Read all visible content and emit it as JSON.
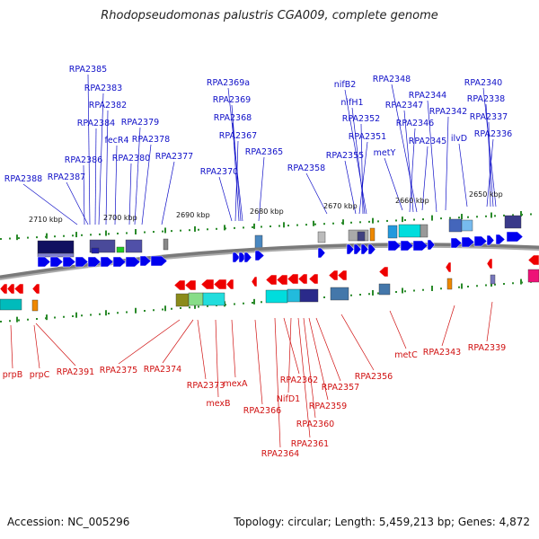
{
  "title": "Rhodopseudomonas palustris CGA009, complete genome",
  "footer": {
    "accession": "Accession: NC_005296",
    "summary": "Topology: circular; Length: 5,459,213 bp; Genes: 4,872"
  },
  "colors": {
    "forward_gene": "#0000ee",
    "reverse_gene": "#ee0000",
    "top_label": "#1010c8",
    "bottom_label": "#d01010",
    "backbone": "#808080",
    "tick": "#2a8a2a"
  },
  "kbp_labels": [
    "2710 kbp",
    "2700 kbp",
    "2690 kbp",
    "2680 kbp",
    "2670 kbp",
    "2660 kbp",
    "2650 kbp"
  ],
  "top_genes": [
    "RPA2385",
    "RPA2383",
    "RPA2382",
    "RPA2384",
    "RPA2379",
    "fecR4",
    "RPA2378",
    "RPA2386",
    "RPA2380",
    "RPA2377",
    "RPA2388",
    "RPA2387",
    "RPA2369a",
    "RPA2369",
    "RPA2368",
    "RPA2367",
    "RPA2365",
    "RPA2370",
    "nifB2",
    "nifH1",
    "RPA2352",
    "RPA2351",
    "RPA2355",
    "RPA2358",
    "RPA2348",
    "RPA2347",
    "RPA2344",
    "RPA2346",
    "RPA2342",
    "RPA2345",
    "metY",
    "RPA2340",
    "RPA2338",
    "RPA2337",
    "ilvD",
    "RPA2336"
  ],
  "bottom_genes": [
    "prpB",
    "prpC",
    "RPA2391",
    "RPA2375",
    "RPA2374",
    "RPA2373",
    "mexA",
    "mexB",
    "RPA2366",
    "RPA2362",
    "NifD1",
    "RPA2357",
    "RPA2359",
    "RPA2360",
    "RPA2361",
    "RPA2364",
    "RPA2356",
    "metC",
    "RPA2343",
    "RPA2339"
  ]
}
